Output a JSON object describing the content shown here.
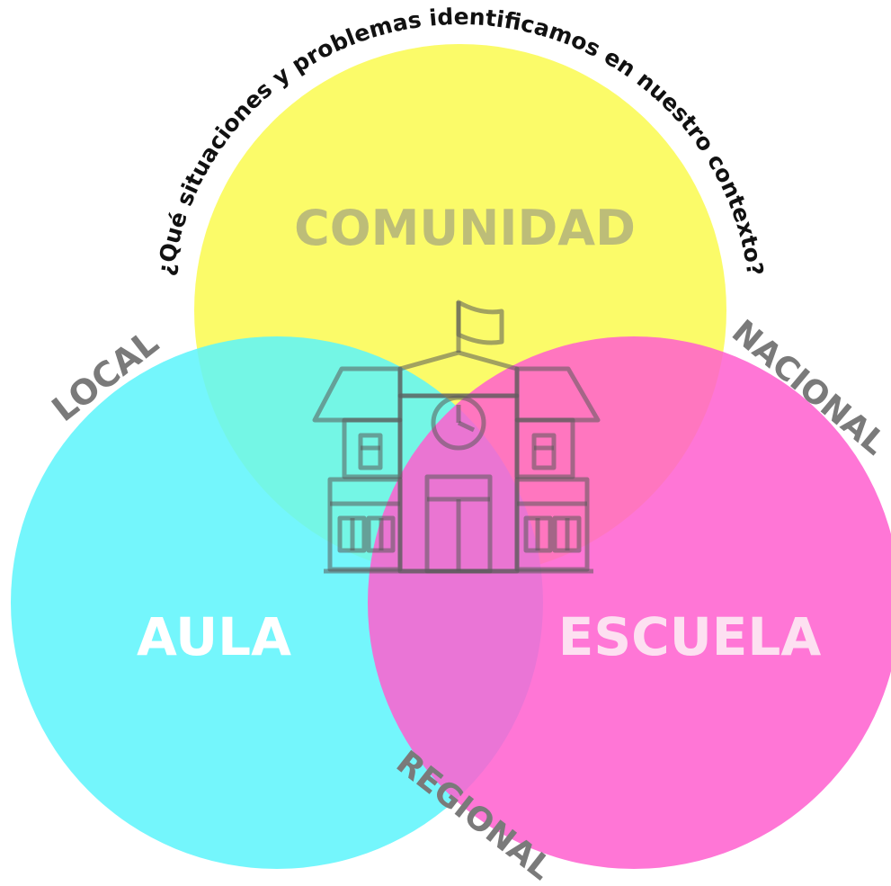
{
  "diagram": {
    "question": "¿Qué situaciones y problemas identificamos en nuestro contexto?",
    "circles": {
      "comunidad": {
        "label": "COMUNIDAD",
        "color": "#fafa4f",
        "label_color": "#bdbd78"
      },
      "aula": {
        "label": "AULA",
        "color": "#5cf5fc",
        "label_color": "#ffffff"
      },
      "escuela": {
        "label": "ESCUELA",
        "color": "#ff5ecf",
        "label_color": "#fde0f1"
      }
    },
    "scopes": {
      "local": "LOCAL",
      "nacional": "NACIONAL",
      "regional": "REGIONAL"
    },
    "icon": "school-building-icon"
  }
}
